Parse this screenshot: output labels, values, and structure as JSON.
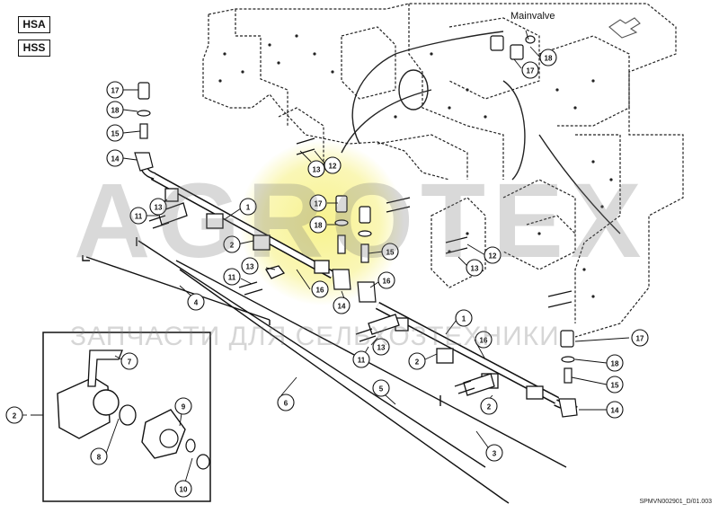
{
  "tags": [
    "HSA",
    "HSS"
  ],
  "main_label": "Mainvalve",
  "watermark": {
    "brand": "AGROTEX",
    "subtitle": "ЗАПЧАСТИ ДЛЯ СЕЛЬХОЗТЕХНИКИ"
  },
  "footer_code": "SPMVN002901_D/01.003",
  "callouts": [
    "17",
    "18",
    "15",
    "14",
    "13",
    "12",
    "11",
    "1",
    "2",
    "4",
    "16",
    "6",
    "5",
    "3",
    "7",
    "9",
    "8",
    "10"
  ],
  "colors": {
    "line": "#111111",
    "watermark": "#8c8c8c",
    "yellow_glow": "#f4ee6a"
  }
}
